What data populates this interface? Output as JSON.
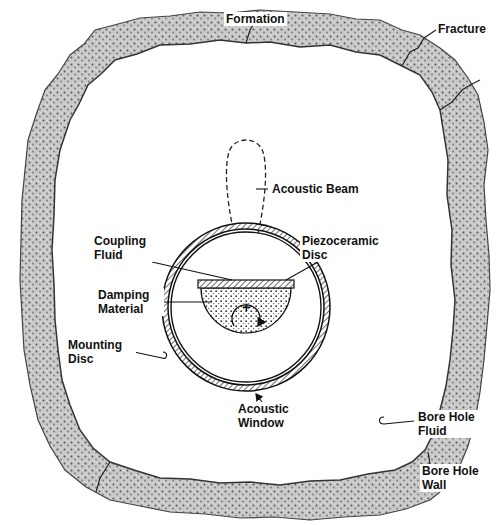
{
  "diagram": {
    "labels": [
      "Formation",
      "Fracture",
      "Acoustic Beam",
      "Coupling Fluid",
      "Piezoceramic Disc",
      "Damping Material",
      "Mounting Disc",
      "+",
      "Acoustic Window",
      "Bore Hole Fluid",
      "Bore Hole Wall"
    ]
  }
}
